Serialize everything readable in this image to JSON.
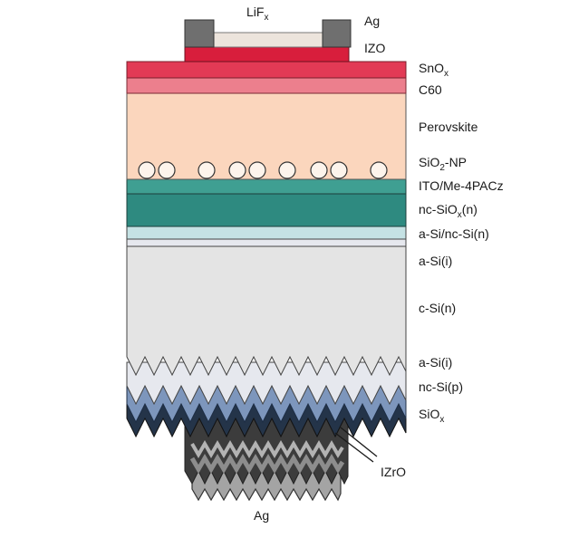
{
  "labels": {
    "lif": "LiF",
    "lif_sub": "x",
    "ag_top": "Ag",
    "izo": "IZO",
    "snox": "SnO",
    "snox_sub": "x",
    "c60": "C60",
    "perovskite": "Perovskite",
    "sio2np_a": "SiO",
    "sio2np_sub": "2",
    "sio2np_b": "-NP",
    "ito": "ITO/Me-4PACz",
    "ncsiox_a": "nc-SiO",
    "ncsiox_sub": "x",
    "ncsiox_b": "(n)",
    "asi_ncsi": "a-Si/nc-Si(n)",
    "asi_i_top": "a-Si(i)",
    "csi": "c-Si(n)",
    "asi_i_bottom": "a-Si(i)",
    "ncsi_p": "nc-Si(p)",
    "siox_a": "SiO",
    "siox_sub": "x",
    "izro": "IZrO",
    "ag_bottom": "Ag"
  },
  "colors": {
    "ag_contact": "#6f6f6f",
    "lif": "#ece4dc",
    "izo": "#d81e3c",
    "snox": "#e23a55",
    "c60": "#ec7f8d",
    "perovskite": "#fbd6bd",
    "ito": "#3f9f92",
    "nc_siox": "#2e8a80",
    "a_si_nc_si": "#c5e2e4",
    "a_si_i": "#e6e8ee",
    "c_si": "#e4e4e4",
    "nc_si_p": "#7d96bc",
    "siox": "#243449",
    "izro": "#3c3c3c",
    "ag_rear": "#a4a4a4"
  }
}
